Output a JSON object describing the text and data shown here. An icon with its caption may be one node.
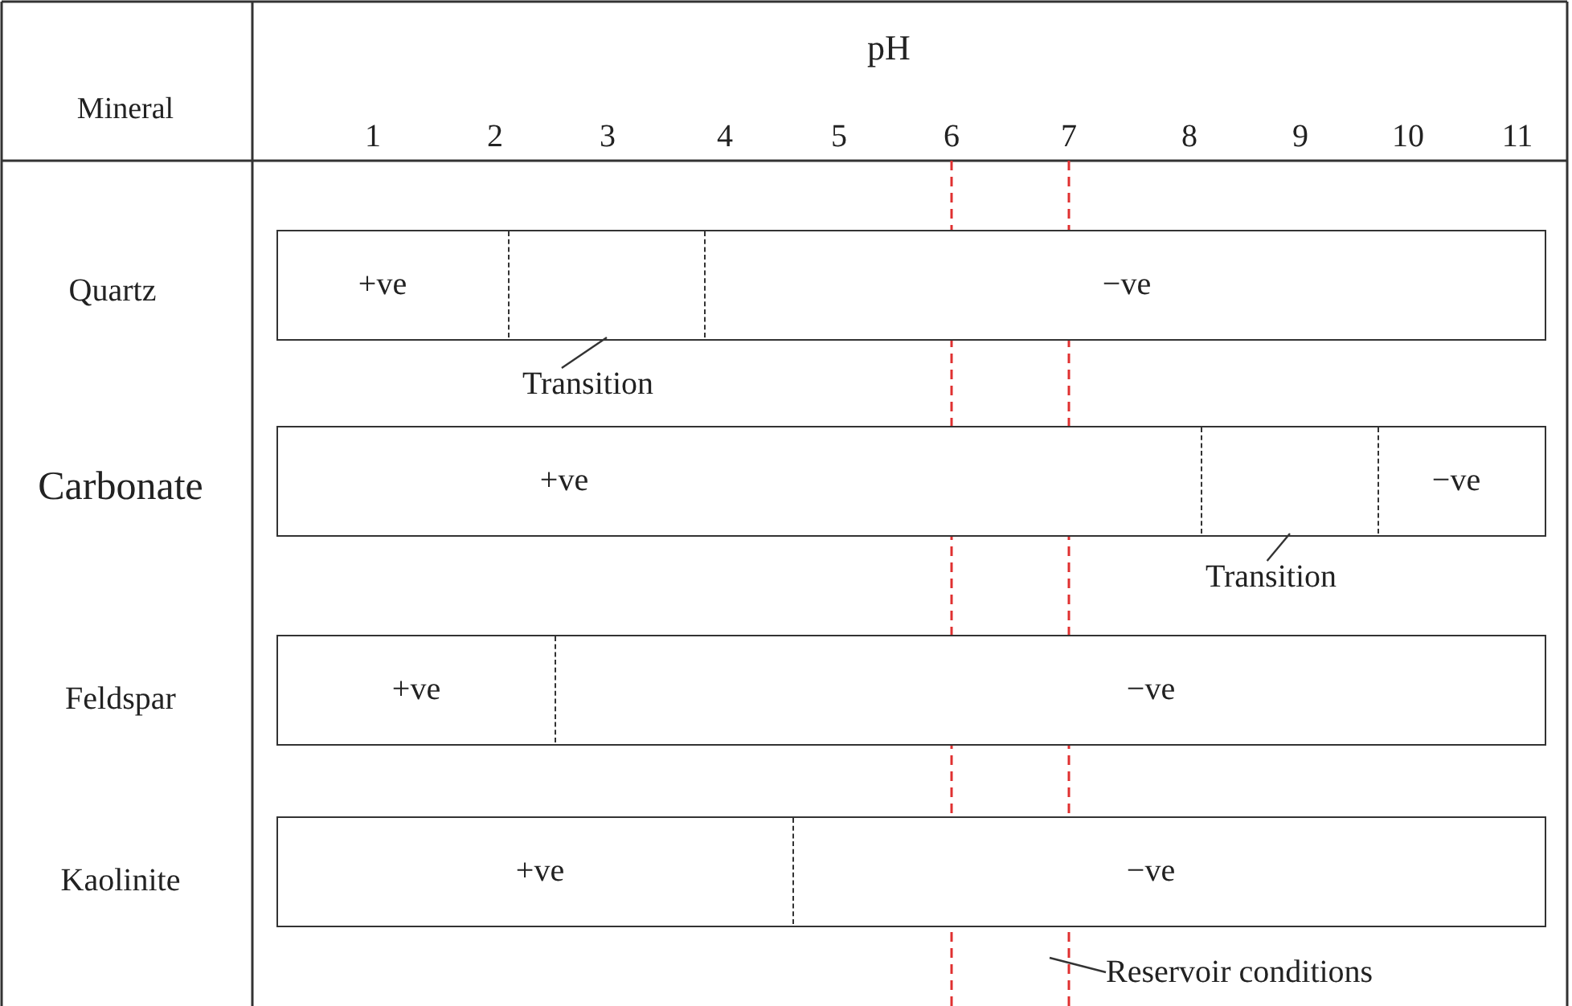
{
  "diagram": {
    "nodes": [
      {
        "text": [
          "+ve",
          "−ve"
        ]
      },
      {
        "text": [],
        "shape": "box",
        "in": 0
      },
      {
        "text": [
          "Transition"
        ]
      },
      {
        "text": [
          "+ve",
          "−ve"
        ]
      },
      {
        "text": [],
        "shape": "box",
        "in": 3
      },
      {
        "text": [
          "Transition"
        ]
      },
      {
        "text": [
          "+ve",
          "−ve"
        ]
      },
      {
        "text": [
          "+ve",
          "−ve"
        ]
      },
      {
        "text": [
          "Reservoir conditions"
        ]
      }
    ],
    "edges": [
      {
        "from": 2,
        "to": 1,
        "arrow": "none"
      },
      {
        "from": 5,
        "to": 4,
        "arrow": "none"
      },
      {
        "from": 8,
        "to": null,
        "arrow": "none"
      }
    ],
    "labels": [
      "Mineral",
      "pH",
      "1",
      "2",
      "3",
      "4",
      "5",
      "6",
      "7",
      "8",
      "9",
      "10",
      "11",
      "Quartz",
      "Carbonate",
      "Feldspar",
      "Kaolinite"
    ]
  }
}
